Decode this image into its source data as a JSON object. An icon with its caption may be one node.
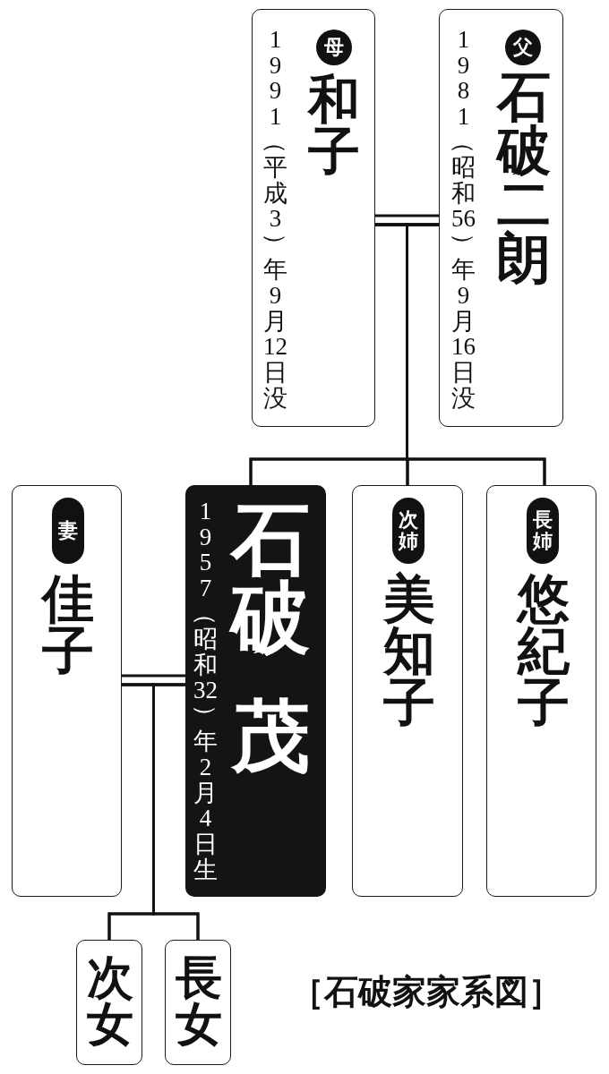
{
  "diagram": {
    "title": "［石破家家系図］",
    "nodes": [
      {
        "text": [
          "母",
          "和子",
          "1991（平成3）年9月12日没"
        ]
      },
      {
        "text": [
          "父",
          "石破二朗",
          "1981（昭和56）年9月16日没"
        ]
      },
      {
        "text": [
          "妻",
          "佳子"
        ]
      },
      {
        "text": [
          "石破",
          "茂",
          "1957（昭和32）年2月4日生"
        ]
      },
      {
        "text": [
          "次姉",
          "美知子"
        ]
      },
      {
        "text": [
          "長姉",
          "悠紀子"
        ]
      },
      {
        "text": [
          "次女"
        ]
      },
      {
        "text": [
          "長女"
        ]
      }
    ],
    "edges": [
      {
        "from": 0,
        "to": 1,
        "arrow": "none"
      },
      {
        "from": 0,
        "to": 3,
        "arrow": "none"
      },
      {
        "from": 0,
        "to": 4,
        "arrow": "none"
      },
      {
        "from": 0,
        "to": 5,
        "arrow": "none"
      },
      {
        "from": 1,
        "to": 3,
        "arrow": "none"
      },
      {
        "from": 1,
        "to": 4,
        "arrow": "none"
      },
      {
        "from": 1,
        "to": 5,
        "arrow": "none"
      },
      {
        "from": 2,
        "to": 3,
        "arrow": "none"
      },
      {
        "from": 2,
        "to": 6,
        "arrow": "none"
      },
      {
        "from": 2,
        "to": 7,
        "arrow": "none"
      },
      {
        "from": 3,
        "to": 6,
        "arrow": "none"
      },
      {
        "from": 3,
        "to": 7,
        "arrow": "none"
      }
    ]
  }
}
